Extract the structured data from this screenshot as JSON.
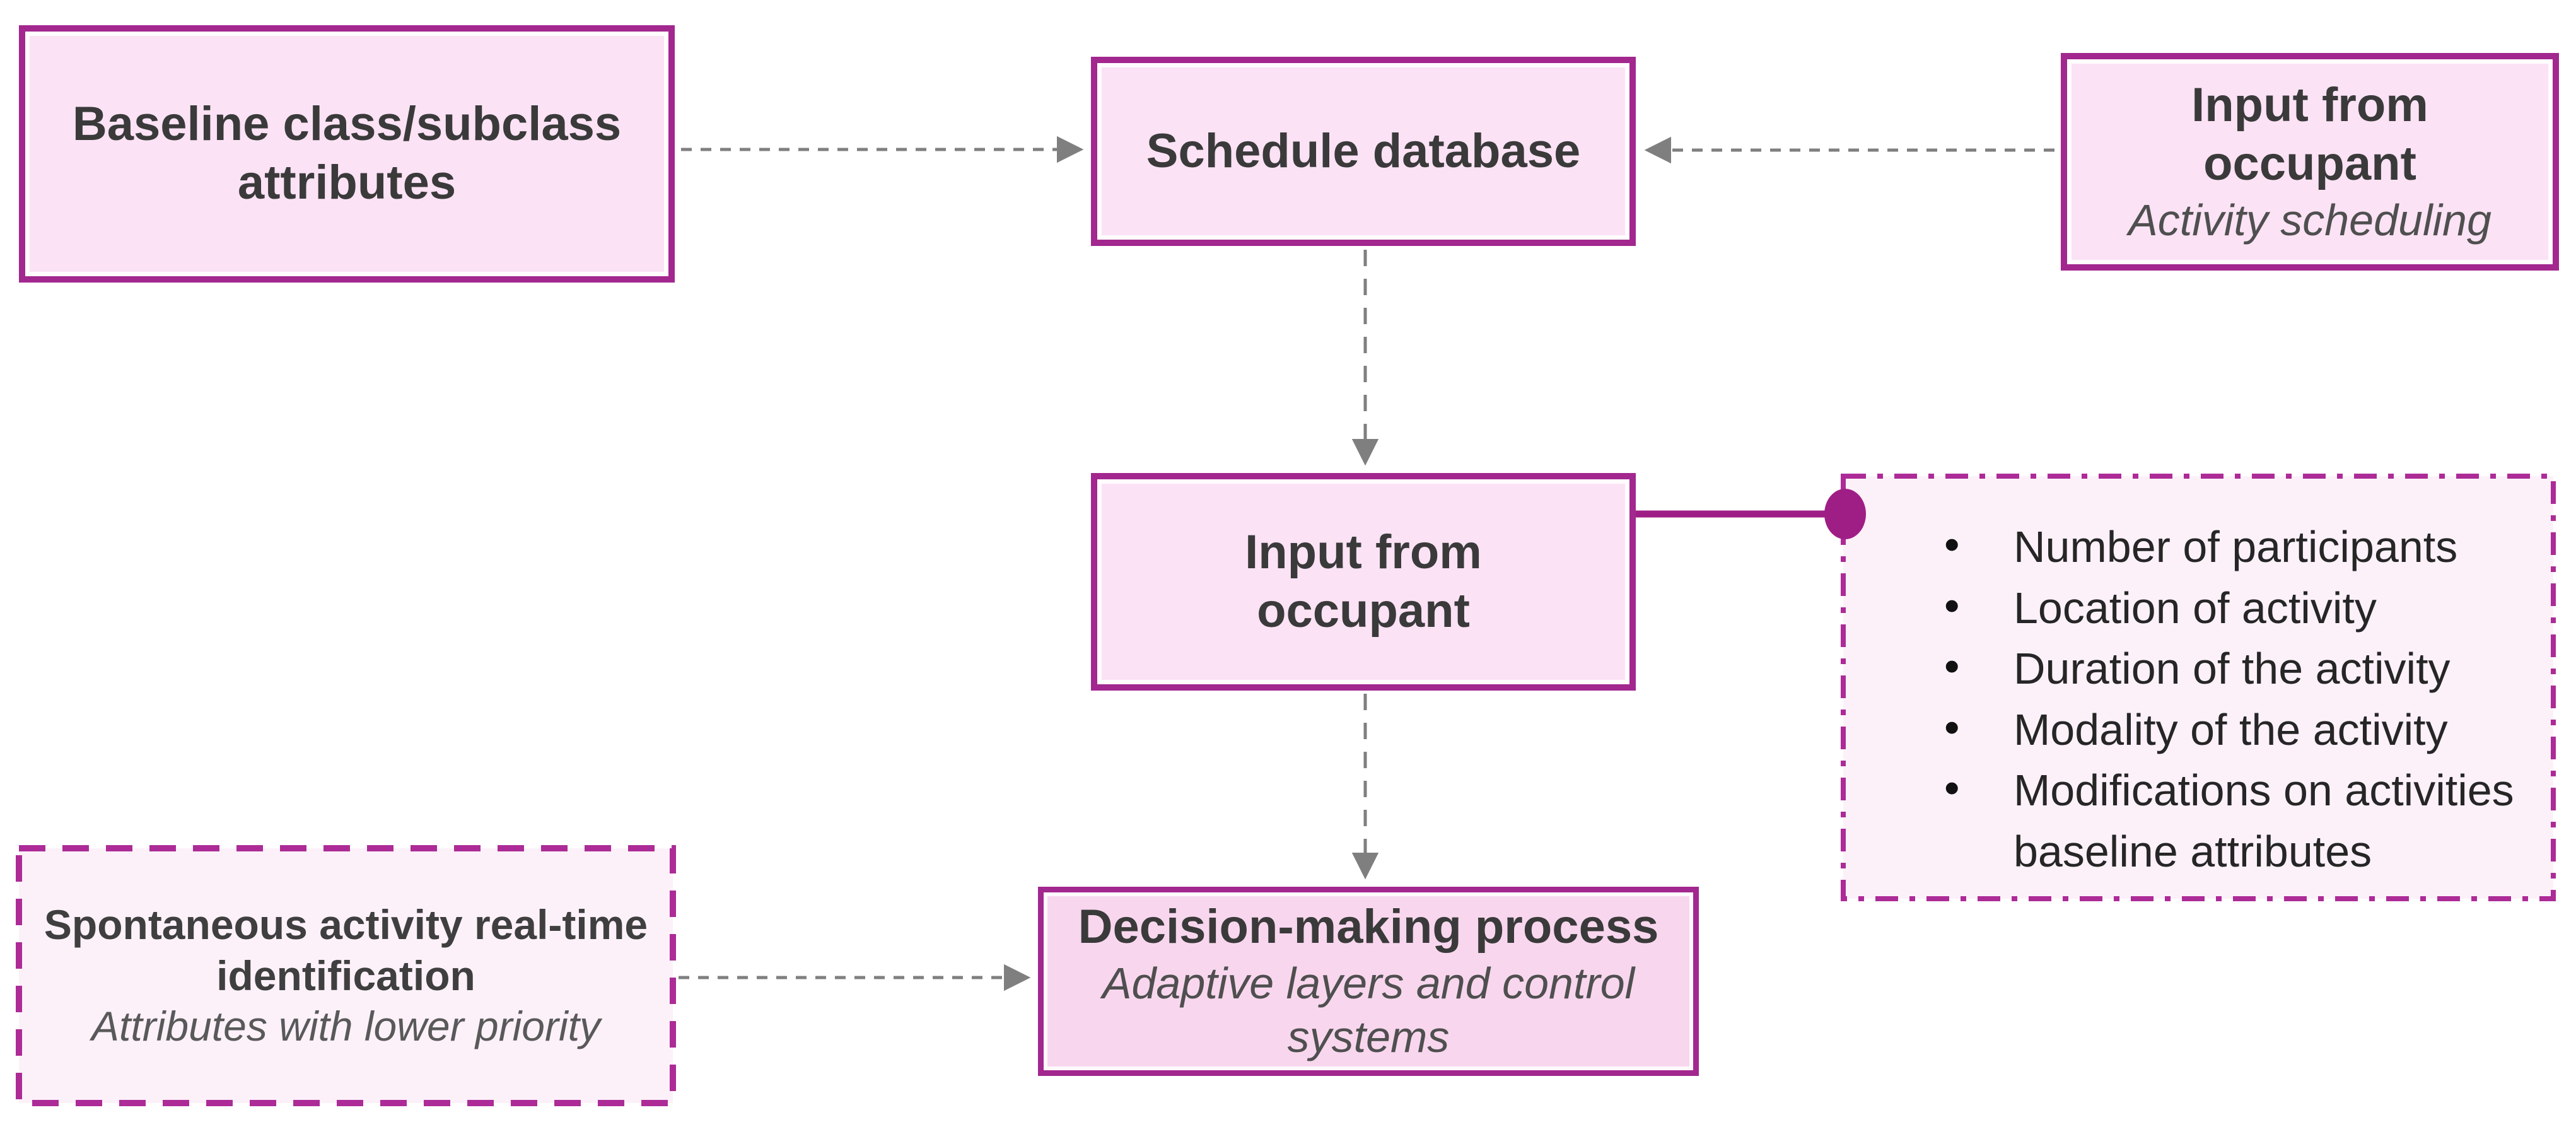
{
  "diagram": {
    "colors": {
      "box_border": "#A2278E",
      "dashed_border": "#AD2B97",
      "connector_purple": "#9F1E86",
      "arrow_gray": "#7F7F7F",
      "fill_light": "#FBE2F5",
      "fill_medium": "#F8D7EE",
      "fill_faint": "#FCF1F9",
      "heading_text": "#3A3A3A",
      "subtitle_text": "#4F4F4F",
      "bullet_text": "#262626",
      "bg": "#FFFFFF"
    },
    "boxes": {
      "baseline": {
        "title": "Baseline class/subclass attributes"
      },
      "schedule_db": {
        "title": "Schedule database"
      },
      "occupant_scheduling": {
        "title": "Input from occupant",
        "subtitle": "Activity scheduling"
      },
      "occupant_input": {
        "title": "Input from occupant"
      },
      "activity_attributes": {
        "items": [
          "Number of participants",
          "Location of activity",
          "Duration of the activity",
          "Modality of the activity",
          "Modifications on activities baseline attributes"
        ]
      },
      "spontaneous": {
        "title": "Spontaneous activity real-time identification",
        "subtitle": "Attributes with lower priority"
      },
      "decision": {
        "title": "Decision-making process",
        "subtitle": "Adaptive layers and control systems"
      }
    }
  }
}
